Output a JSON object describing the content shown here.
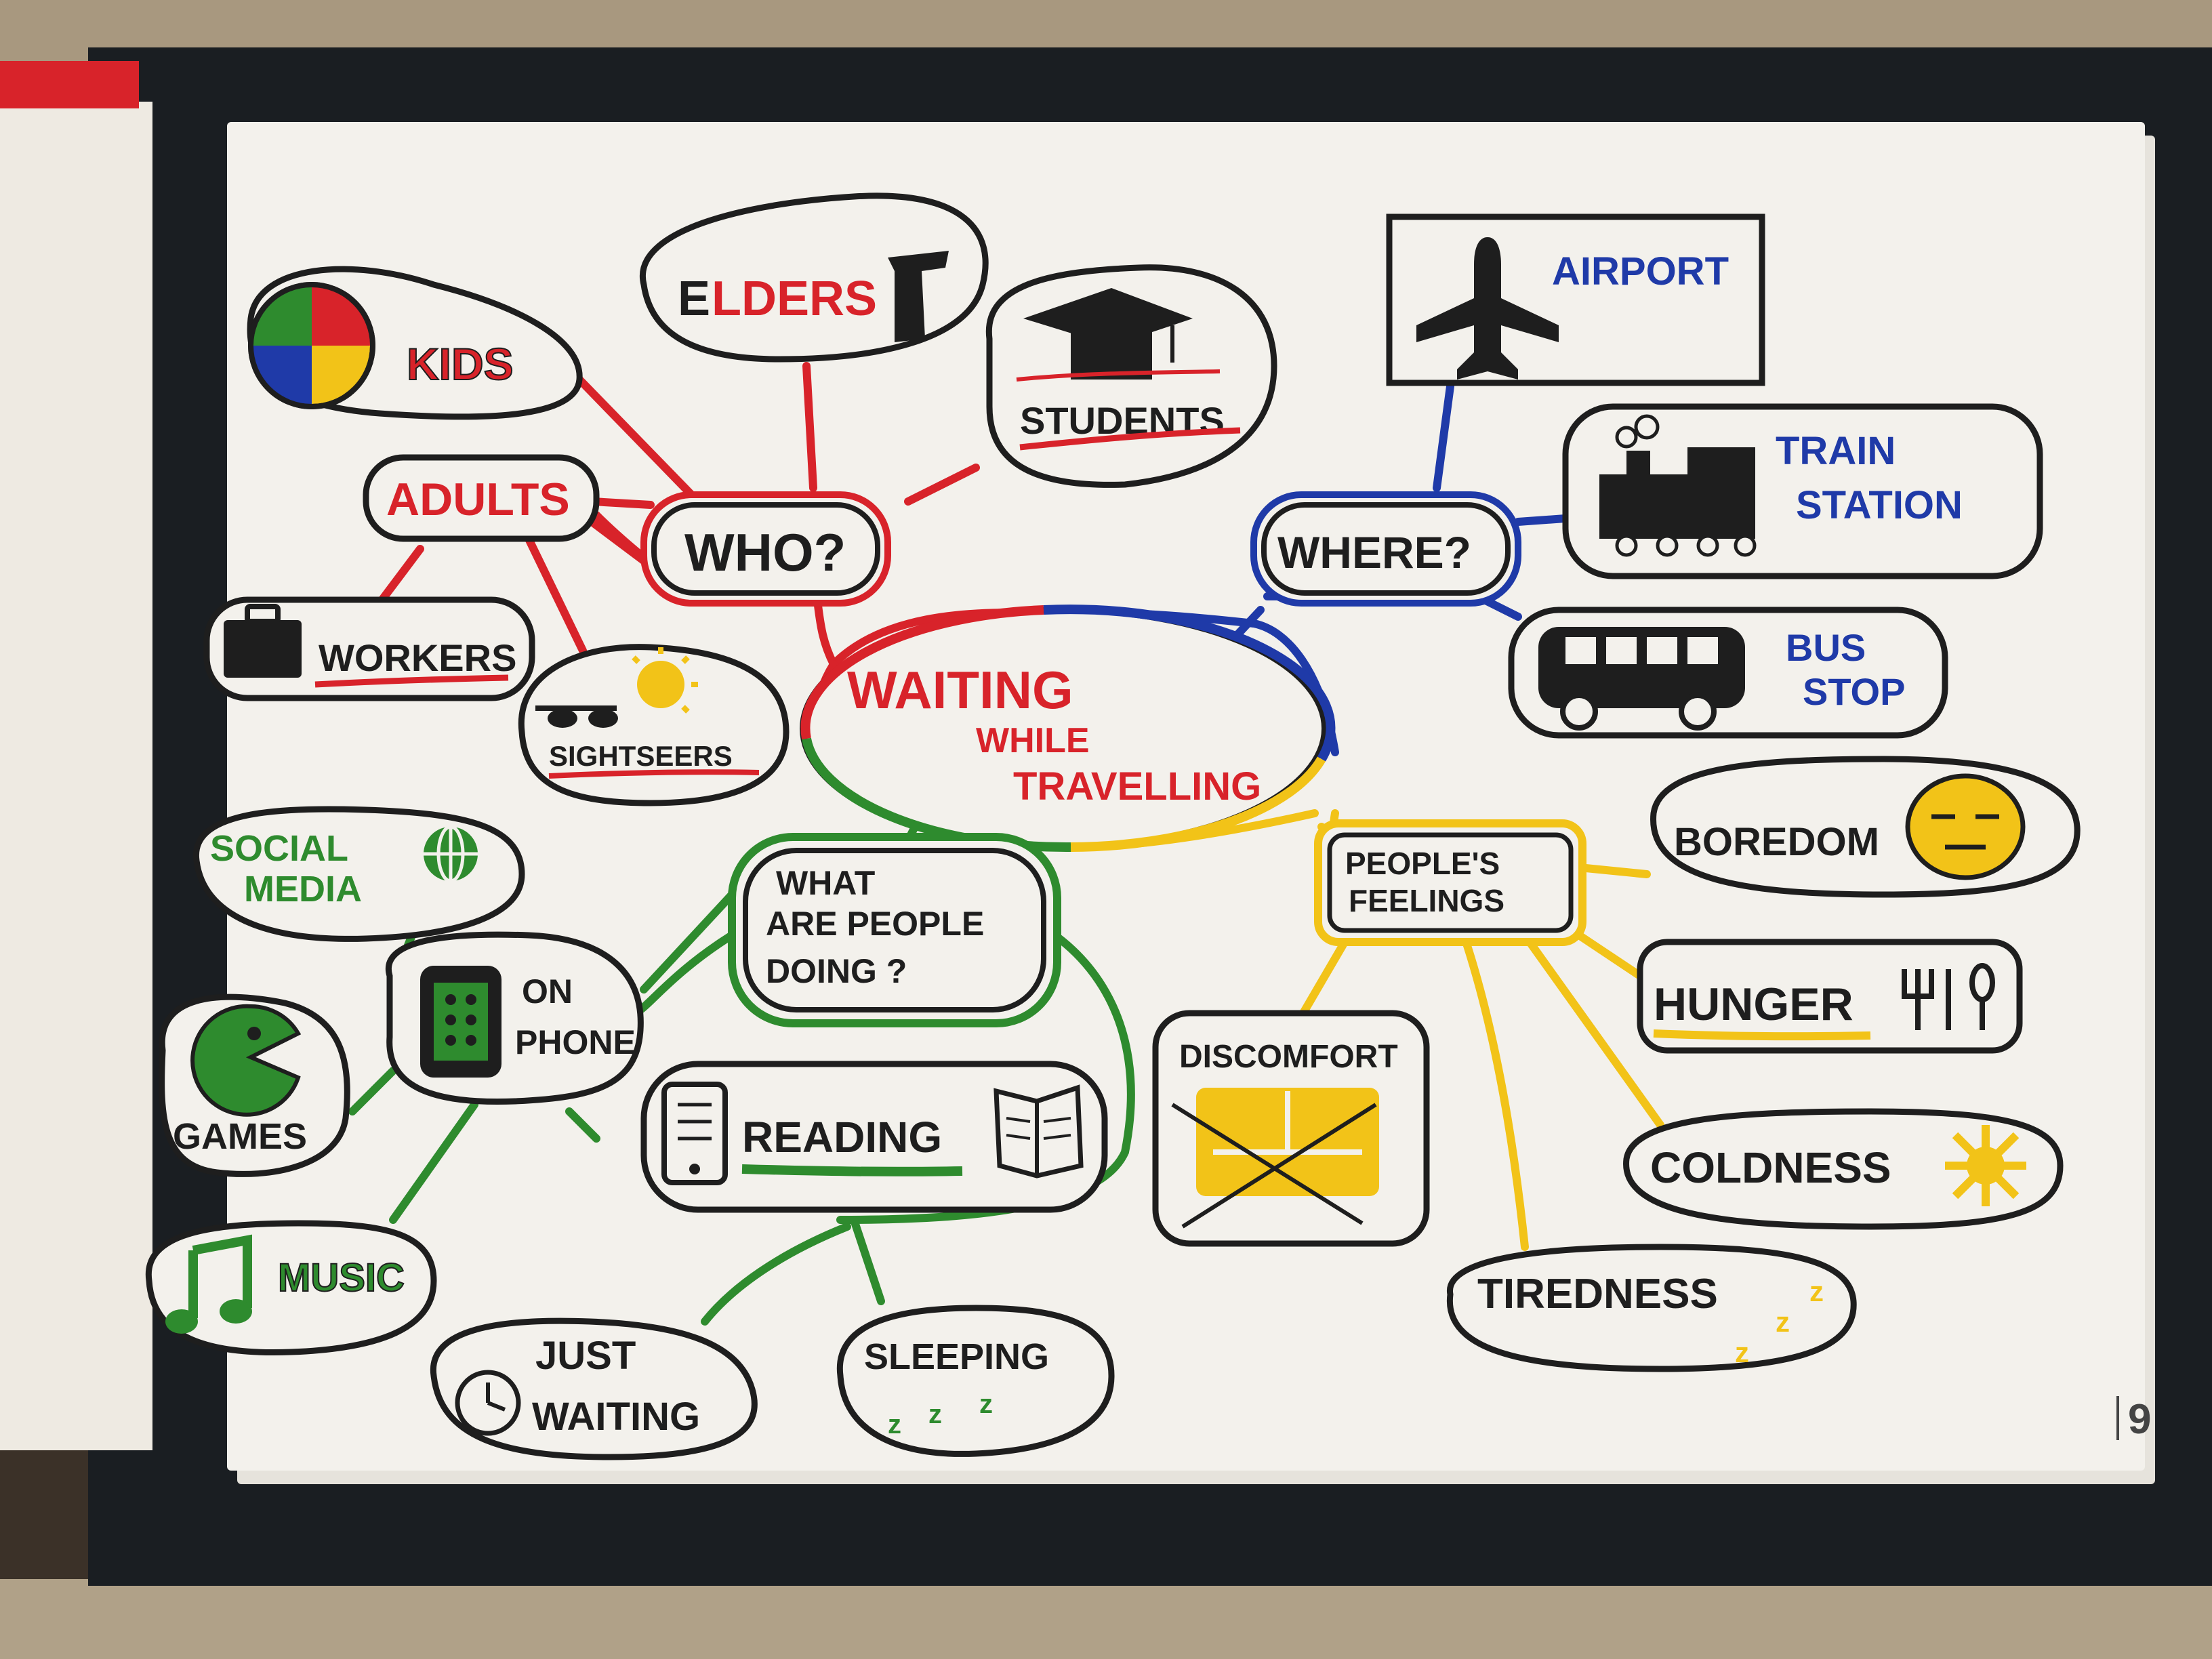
{
  "colors": {
    "who": "#d8232a",
    "where": "#1f3aa8",
    "doing": "#2e8b2e",
    "feelings": "#f2c318",
    "ink": "#1e1e1e",
    "paper": "#f3f1ec"
  },
  "center": {
    "line1": "WAITING",
    "line2": "WHILE",
    "line3": "TRAVELLING"
  },
  "who": {
    "label": "WHO?",
    "kids": "KIDS",
    "elders_e": "E",
    "elders_rest": "LDERS",
    "students": "STUDENTS",
    "adults": "ADULTS",
    "workers": "WORKERS",
    "sightseers": "SIGHTSEERS"
  },
  "where": {
    "label": "WHERE?",
    "airport": "AIRPORT",
    "train_l1": "TRAIN",
    "train_l2": "STATION",
    "bus_l1": "BUS",
    "bus_l2": "STOP"
  },
  "doing": {
    "label_l1": "WHAT",
    "label_l2": "ARE PEOPLE",
    "label_l3": "DOING ?",
    "social_l1": "SOCIAL",
    "social_l2": "MEDIA",
    "phone_l1": "ON",
    "phone_l2": "PHONE",
    "games": "GAMES",
    "music": "MUSIC",
    "reading": "READING",
    "just_l1": "JUST",
    "just_l2": "WAITING",
    "sleeping": "SLEEPING"
  },
  "feelings": {
    "label_l1": "PEOPLE'S",
    "label_l2": "FEELINGS",
    "boredom": "BOREDOM",
    "hunger": "HUNGER",
    "discomfort": "DISCOMFORT",
    "coldness": "COLDNESS",
    "tiredness": "TIREDNESS"
  },
  "page_number": "9"
}
